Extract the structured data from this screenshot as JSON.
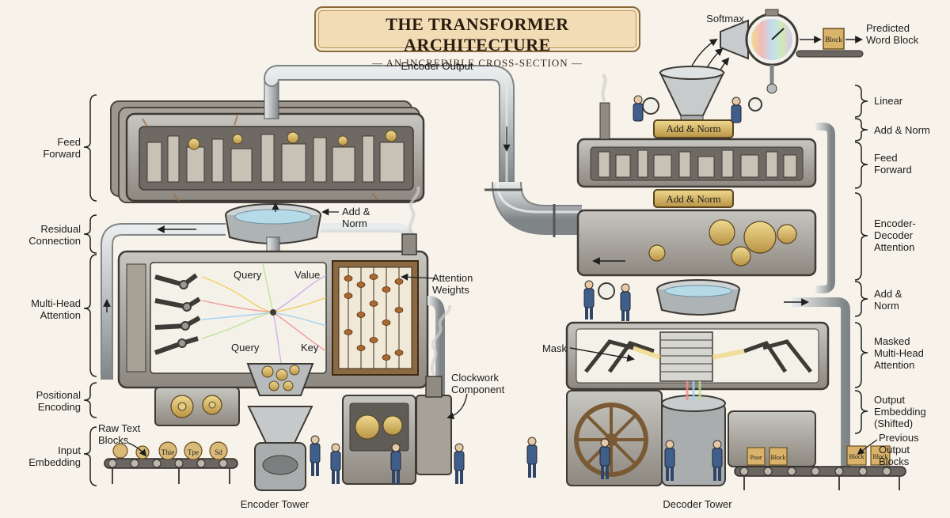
{
  "title": {
    "main": "THE TRANSFORMER ARCHITECTURE",
    "subtitle": "— AN INCREDIBLE CROSS-SECTION —"
  },
  "encoder": {
    "tower_label": "Encoder Tower",
    "output_label": "Encoder Output",
    "side_labels": {
      "feed_forward": "Feed\nForward",
      "residual": "Residual\nConnection",
      "multi_head": "Multi-Head\nAttention",
      "positional": "Positional\nEncoding",
      "input_embedding": "Input\nEmbedding"
    },
    "inner_labels": {
      "add_norm": "Add &\nNorm",
      "attention_weights": "Attention\nWeights",
      "query_top": "Query",
      "value": "Value",
      "query_bottom": "Query",
      "key": "Key",
      "clockwork": "Clockwork\nComponent",
      "raw_text": "Raw Text\nBlocks"
    },
    "blocks": [
      "Thie",
      "Tpe",
      "Sd"
    ]
  },
  "decoder": {
    "tower_label": "Decoder Tower",
    "softmax": "Softmax",
    "predicted": "Predicted\nWord Block",
    "predicted_block": "Block",
    "inner_labels": {
      "add_norm_top": "Add & Norm",
      "add_norm_mid": "Add & Norm",
      "mask": "Mask"
    },
    "side_labels": {
      "linear": "Linear",
      "add_norm_1": "Add & Norm",
      "feed_forward": "Feed\nForward",
      "encdec": "Encoder-\nDecoder\nAttention",
      "add_norm_2": "Add &\nNorm",
      "masked": "Masked\nMulti-Head\nAttention",
      "output_embedding": "Output\nEmbedding\n(Shifted)",
      "previous": "Previous\nOutput\nBlocks"
    },
    "blocks": [
      "Poor",
      "Block",
      "Block",
      "Block"
    ]
  },
  "colors": {
    "paper": "#f7f3ea",
    "metal": "#b9bcbc",
    "rust": "#9a6a3e",
    "brass": "#d7b86a",
    "plaque": "#f1dcb5",
    "worker": "#3f5f8a"
  }
}
